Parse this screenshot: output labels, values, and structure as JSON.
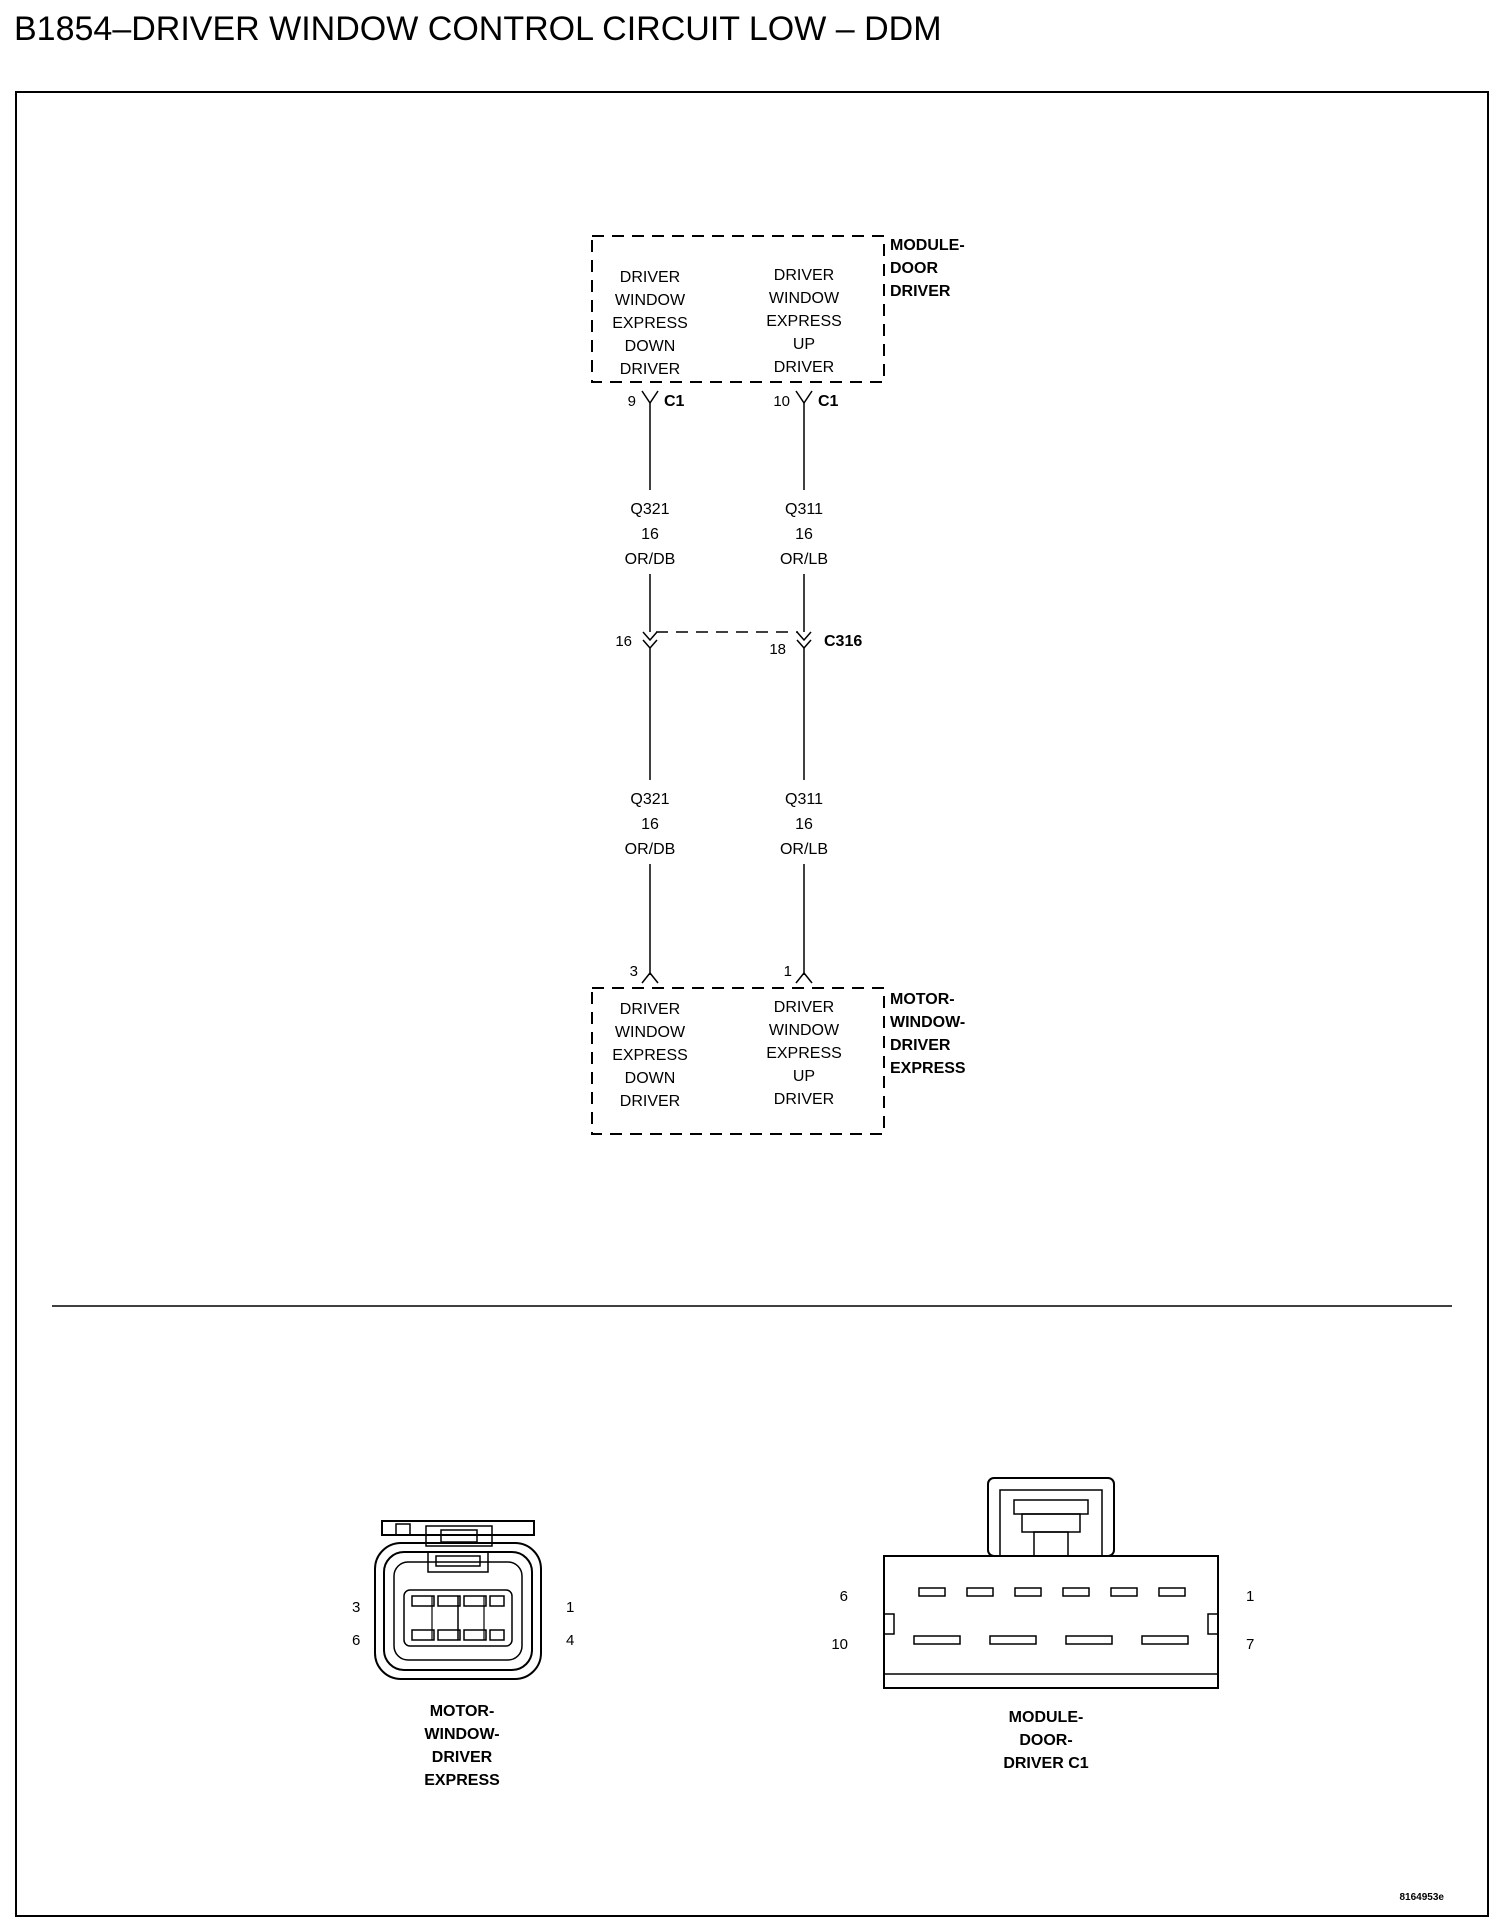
{
  "title": "B1854–DRIVER WINDOW CONTROL CIRCUIT LOW – DDM",
  "module_door_driver": {
    "label_lines": [
      "MODULE-",
      "DOOR",
      "DRIVER"
    ],
    "left_lines": [
      "DRIVER",
      "WINDOW",
      "EXPRESS",
      "DOWN",
      "DRIVER"
    ],
    "right_lines": [
      "DRIVER",
      "WINDOW",
      "EXPRESS",
      "UP",
      "DRIVER"
    ],
    "connector": "C1",
    "left_pin": "9",
    "right_pin": "10"
  },
  "wires_upper": {
    "left": [
      "Q321",
      "16",
      "OR/DB"
    ],
    "right": [
      "Q311",
      "16",
      "OR/LB"
    ]
  },
  "inline_connector": {
    "name": "C316",
    "left_pin": "16",
    "right_pin": "18"
  },
  "wires_lower": {
    "left": [
      "Q321",
      "16",
      "OR/DB"
    ],
    "right": [
      "Q311",
      "16",
      "OR/LB"
    ]
  },
  "motor_window_driver_express": {
    "label_lines": [
      "MOTOR-",
      "WINDOW-",
      "DRIVER",
      "EXPRESS"
    ],
    "left_lines": [
      "DRIVER",
      "WINDOW",
      "EXPRESS",
      "DOWN",
      "DRIVER"
    ],
    "right_lines": [
      "DRIVER",
      "WINDOW",
      "EXPRESS",
      "UP",
      "DRIVER"
    ],
    "left_pin": "3",
    "right_pin": "1"
  },
  "connector_views": {
    "motor": {
      "label_lines": [
        "MOTOR-",
        "WINDOW-",
        "DRIVER",
        "EXPRESS"
      ],
      "pins": {
        "top_left": "3",
        "bottom_left": "6",
        "top_right": "1",
        "bottom_right": "4"
      }
    },
    "module": {
      "label_lines": [
        "MODULE-",
        "DOOR-",
        "DRIVER C1"
      ],
      "pins": {
        "top_left": "6",
        "bottom_left": "10",
        "top_right": "1",
        "bottom_right": "7"
      }
    }
  },
  "figure_id": "8164953e"
}
